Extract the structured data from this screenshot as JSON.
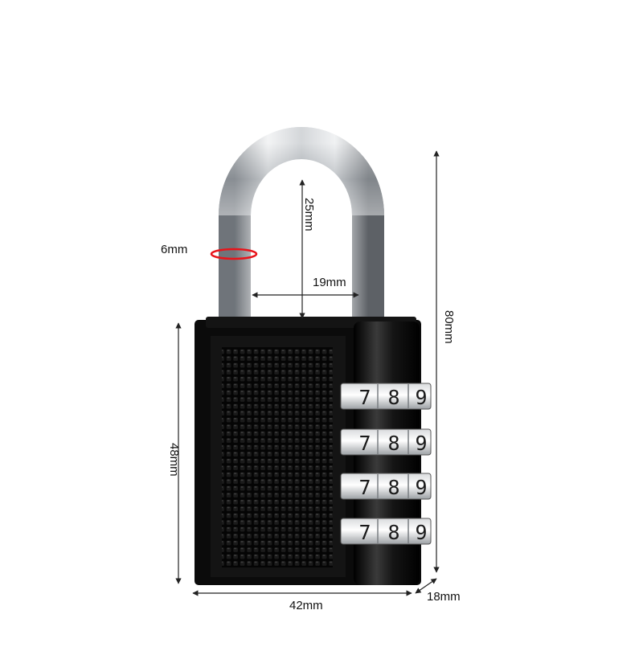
{
  "dimensions": {
    "shackle_thickness": "6mm",
    "shackle_clearance_height": "25mm",
    "shackle_inner_width": "19mm",
    "total_height": "80mm",
    "body_height": "48mm",
    "body_width": "42mm",
    "body_depth": "18mm"
  },
  "dials": [
    {
      "digits": [
        "7",
        "8",
        "9"
      ]
    },
    {
      "digits": [
        "7",
        "8",
        "9"
      ]
    },
    {
      "digits": [
        "7",
        "8",
        "9"
      ]
    },
    {
      "digits": [
        "7",
        "8",
        "9"
      ]
    }
  ],
  "colors": {
    "body": "#0b0b0b",
    "shackle": "#c9ccd0",
    "thickness_marker": "#e8141a",
    "dimension_lines": "#222222"
  }
}
